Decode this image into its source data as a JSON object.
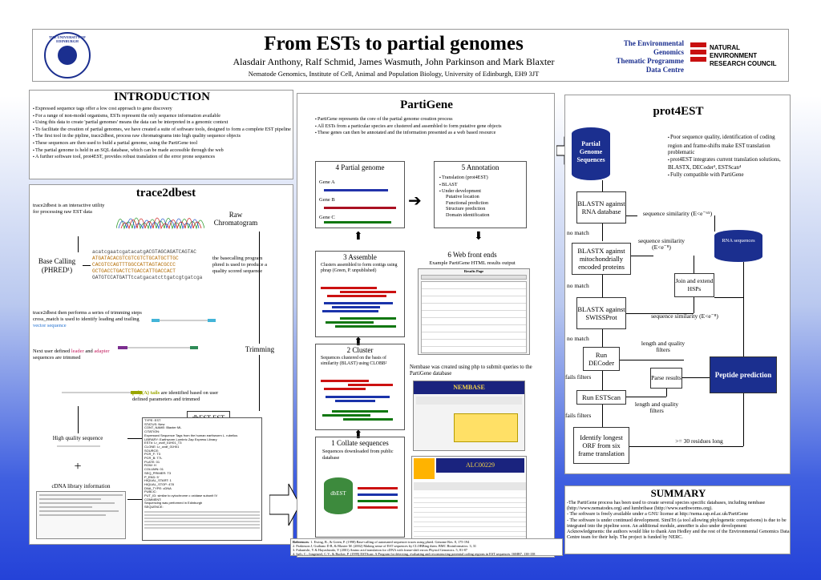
{
  "header": {
    "logo_text": "THE UNIVERSITY OF EDINBURGH",
    "title": "From ESTs to partial genomes",
    "authors": "Alasdair Anthony, Ralf Schmid, James Wasmuth, John Parkinson and Mark Blaxter",
    "affiliation": "Nematode Genomics, Institute of Cell, Animal and Population Biology, University of Edinburgh, EH9 3JT",
    "programme": [
      "The Environmental",
      "Genomics",
      "Thematic Programme",
      "Data Centre"
    ],
    "nerc": [
      "NATURAL",
      "ENVIRONMENT",
      "RESEARCH COUNCIL"
    ]
  },
  "intro": {
    "title": "INTRODUCTION",
    "bullets": [
      "Expressed sequence tags offer a low cost approach to gene discovery",
      "For a range of non-model organisms, ESTs represent the only sequence information available",
      "Using this data to create 'partial genomes' means the data can be interpreted in a genomic context",
      "To facilitate the creation of partial genomes, we have created a suite of software tools, designed to form a  complete EST pipeline",
      "The first tool in the pipline, trace2dbest, process raw chromatograms into high quality sequence objects",
      "These sequences are then used to build a partial genome, using the PartiGene tool",
      "The partial genome is held in an SQL database, which can be made accessible through the web",
      "A further software tool, prot4EST, provides robust translation of the error prone sequences"
    ]
  },
  "trace": {
    "title": "trace2dbest",
    "intro": "trace2dbest is an interactive utility for processing raw EST data",
    "raw": "Raw Chromatogram",
    "basecall": "Base Calling (PHRED¹)",
    "seq_lines": [
      "acatcgaatcgatacatgACGTAGCAGATCAGTAC",
      "ATGATACACGTCGTCGTCTGCATGCTTGC",
      "CACGTCCAGTTTGGCCATTAGTACGCCC",
      "GCTGACCTGACTCTGACCATTGACCACT",
      "GATGTCCATGATTtcatgacatcttgatcgtgatcga"
    ],
    "phred_note": "the basecalling program phred is used to produce a quality scored sequence",
    "trim_note": [
      "trace2dbest then performs a series of trimming steps",
      "cross_match is used to identify leading and trailing ",
      "vector sequence"
    ],
    "next_note": [
      "Next user defined ",
      "leader",
      " and ",
      "adapter",
      " sequences are trimmed"
    ],
    "trimming": "Trimming",
    "polya_note": [
      "poly(A) tails",
      " are identified based on user defined parameters and trimmed"
    ],
    "hq": "High quality sequence",
    "plus": "+",
    "cdna": "cDNA library information",
    "dbest": "dbEST EST file",
    "dbest_lines": [
      "TYPE: EST",
      "STATUS: New",
      "CONT_NAME: Blaxter ML",
      "CITATION:",
      "Expressed Sequence Tags from the human earthworm L. rubellus",
      "LIBRARY: Earthworm Lumbric Zap Express Library",
      "EST#: Lr_ovdf_01H01_T3",
      "CLONE: Lr_ovdf_01H01",
      "SOURCE:",
      "PCR_F: T3",
      "PCR_B: T7L",
      "PLATE: 01",
      "ROW: H",
      "COLUMN: 01",
      "SEQ_PRIMER: T3",
      "P_END: 5'",
      "HIQUAL_START: 1",
      "HIQUAL_STOP: 478",
      "DNA_TYPE: cDNA",
      "PUBLIC:",
      "PUT_ID: similar to cytochrome c oxidase subunit IV",
      "COMMENT:",
      "Sequencing was performed in Edinburgh",
      "SEQUENCE:"
    ]
  },
  "parti": {
    "title": "PartiGene",
    "bullets": [
      "PartiGene represents the core of the partial genome creation process",
      "All ESTs from a particular species are clustered and assembled to form putative gene objects",
      "These genes can then be annotated and the information presented as a web based resource"
    ],
    "s4": "4 Partial genome",
    "genes": [
      "Gene A",
      "Gene B",
      "Gene C"
    ],
    "s5": "5 Annotation",
    "ann": [
      "Translation (prot4EST)",
      "BLAST",
      "Under development"
    ],
    "ann_sub": [
      "Putative location",
      "Functional prediction",
      "Structure prediction",
      "Domain identification"
    ],
    "s3": "3 Assemble",
    "s3_note": "Clusters assembled to form contigs using phrap (Green, P. unpublished)",
    "s6": "6 Web front ends",
    "s6_sub": "Example PartiGene HTML results output",
    "results_title": "Results Page",
    "s2": "2 Cluster",
    "s2_note": "Sequences clustered on the basis of similarity (BLAST) using CLOBB²",
    "nembase_note": "Nembase was created using php to submit queries to the PartiGene database",
    "nembase": "NEMBASE",
    "s1": "1 Collate sequences",
    "s1_note": "Sequences downloaded from public database",
    "dbest_label": "dbEST",
    "alc": "ALC00229"
  },
  "refs": {
    "label": "References",
    "lines": [
      ": 1. Ewing, B., & Green, P. (1998) Base-calling of automated sequencer traces using phred.  Genome Res. 8, 175-194",
      "2. Parkinson J, Guiliano D B, & Blaxter M. (2002) Making sense of EST sequences by CLOBBing them. BMC Bioinformatics. 3, 31",
      "3. Fukunishi, Y & Hayashizaki, Y (2001) Amino acid translation for cDNA with frame-shift errors Physiol Genomics. 5, 81-87",
      "4. Iseli, C., Jongeneel, C.V., & Bucher, P. (1999) ESTScan: A Program for detecting, evaluating and reconstructing potential coding regions in EST sequences. ISMB7, 138-158"
    ]
  },
  "prot": {
    "title": "prot4EST",
    "pgs": "Partial Genome Sequences",
    "bullets": [
      "Poor sequence quality, identification of coding region and frame-shifts make EST translation problematic",
      "prot4EST integrates current translation solutions, BLASTX, DECoder³, ESTScan⁴",
      "Fully compatible with PartiGene"
    ],
    "blastn": "BLASTN against RNA database",
    "sim1": "sequence similarity (E<e⁻⁶⁵)",
    "rna": "RNA sequences",
    "nomatch": "no match",
    "blastx_mito": "BLASTX against mitochondrially encoded proteins",
    "sim2": "sequence similarity (E<e⁻⁸)",
    "join": "Join and extend HSPs",
    "blastx_swiss": "BLASTX against SWISSProt",
    "sim3": "sequence similarity (E<e⁻⁸)",
    "lq": "length and quality filters",
    "run_dec": "Run DECoder",
    "fails": "fails filters",
    "parse": "Parse results",
    "peptide": "Peptide prediction",
    "run_est": "Run ESTScan",
    "identify": "Identify longest ORF from six frame translation",
    "longest": ">= 30 residues long"
  },
  "summary": {
    "title": "SUMMARY",
    "lines": [
      "-The PartiGene process has been used to create several species specific databases, including nembase (http://www.nematodes.org) and lumbribase (http://www.earthworms.org).",
      "- The software is freely available under a GNU license at http://nema.cap.ed.ac.uk/PartiGene",
      "- The software is under continued development. SimiTri (a tool allowing phylogenetic comparisons) is due to be integrated into the pipeline soon. An additional module, annot8er is also under development",
      "Acknowledgments: the authors would like to thank Ann Hedley and the rest of the Environmental Genomics Data Centre team for their help. The project is funded by NERC."
    ]
  },
  "colors": {
    "contig_red": "#cc1111",
    "contig_blue": "#1a33aa",
    "contig_green": "#117711",
    "gene_blue": "#2233aa",
    "gene_red": "#aa1122",
    "prot_box": "#1b2f8f"
  }
}
